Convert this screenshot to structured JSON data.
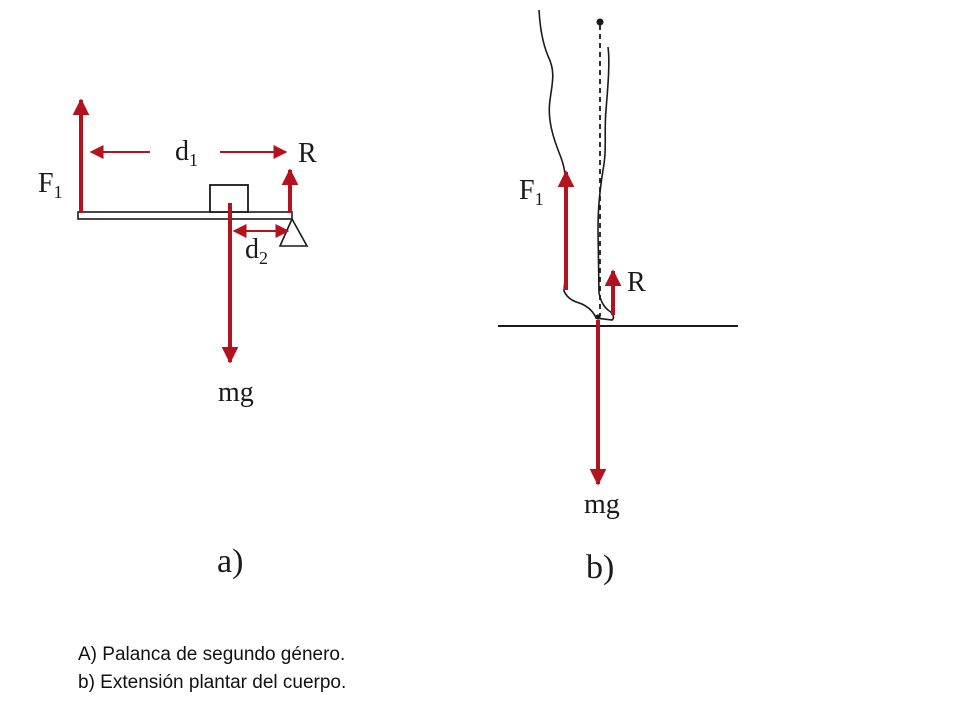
{
  "diagram_a": {
    "label_F": "F",
    "label_F_sub": "1",
    "label_d1": "d",
    "label_d1_sub": "1",
    "label_R": "R",
    "label_d2": "d",
    "label_d2_sub": "2",
    "label_mg": "mg",
    "panel_label": "a)"
  },
  "diagram_b": {
    "label_F": "F",
    "label_F_sub": "1",
    "label_R": "R",
    "label_mg": "mg",
    "panel_label": "b)"
  },
  "captions": {
    "line1": "A) Palanca de segundo género.",
    "line2": "b) Extensión plantar del cuerpo."
  },
  "colors": {
    "arrow": "#b3121f",
    "line": "#1a1a1a"
  }
}
